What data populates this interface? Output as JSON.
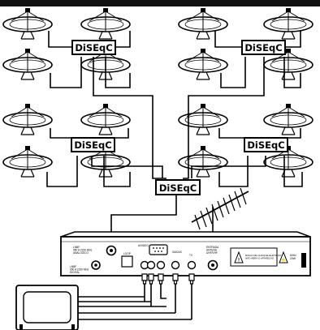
{
  "switches": {
    "top_left": "DiSEqC",
    "top_right": "DiSEqC",
    "mid_left": "DiSEqC",
    "mid_right": "DiSEqC",
    "main": "DiSEqC"
  },
  "receiver": {
    "lnbf_label": "LNBF\n950 A 2150 MHz\nANALOGICO",
    "lnbf_label2": "LNBF\n950 A 2150 MHz\nDIGITAL",
    "loop_label": "LOOP",
    "audio_label": "A/VIDEO",
    "sound_label": "SAIDAS",
    "tv_label": "TV",
    "antenna_label": "ENTRADA\nANTENA\nUHF/VHF",
    "warning_text": "RISCO DE CHOQUE ELÉTRICO\nNÃO ABRA O APARELHO",
    "power_label": "60Hz\n20W"
  },
  "icons": [
    "satellite-dish-icon",
    "tv-antenna-icon",
    "tv-set-icon",
    "warning-triangle-icon"
  ]
}
